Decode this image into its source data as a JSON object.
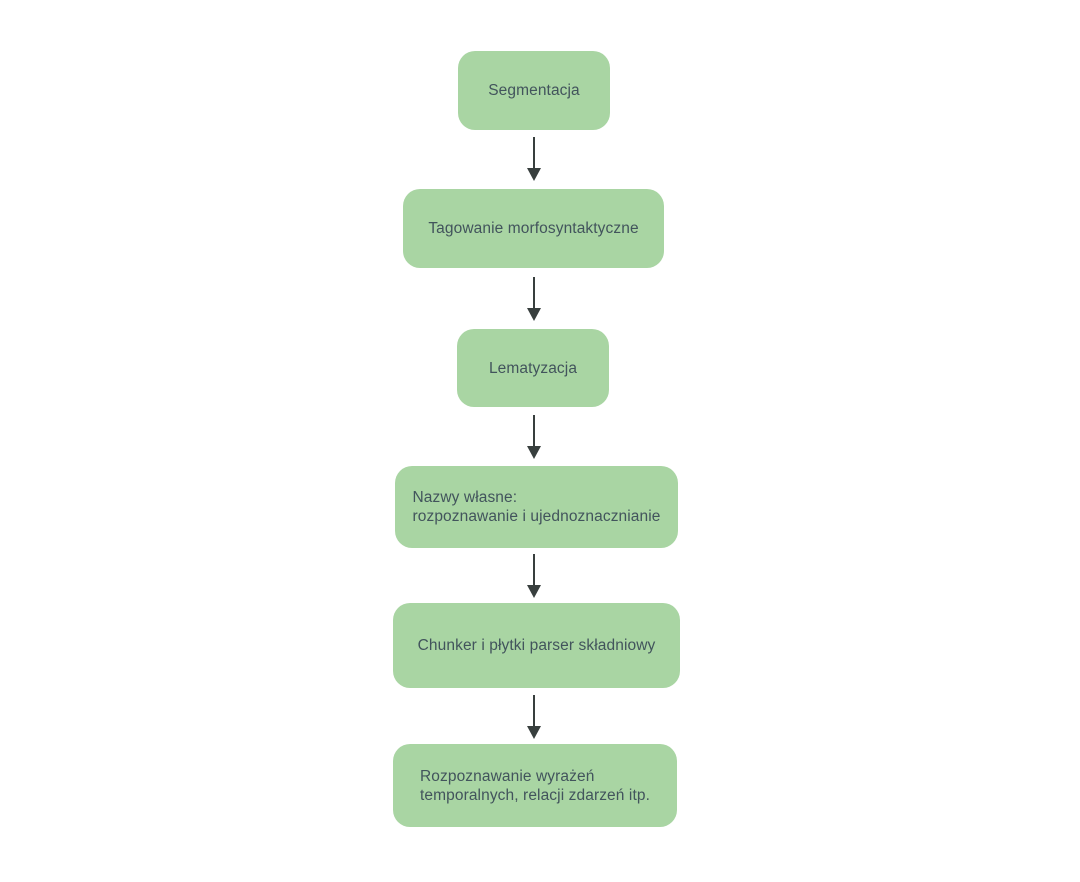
{
  "diagram": {
    "type": "flowchart",
    "direction": "top-down",
    "steps": [
      {
        "id": "segmentation",
        "lines": [
          "Segmentacja"
        ]
      },
      {
        "id": "morphosyntactic-tagging",
        "lines": [
          "Tagowanie morfosyntaktyczne"
        ]
      },
      {
        "id": "lemmatization",
        "lines": [
          "Lematyzacja"
        ]
      },
      {
        "id": "named-entities",
        "lines": [
          "Nazwy własne:",
          "rozpoznawanie i ujednoznacznianie"
        ]
      },
      {
        "id": "chunker-shallow-parser",
        "lines": [
          "Chunker i płytki parser składniowy"
        ]
      },
      {
        "id": "temporal-expressions",
        "lines": [
          "Rozpoznawanie wyrażeń",
          "temporalnych, relacji zdarzeń itp."
        ]
      }
    ],
    "connections": [
      {
        "from": 0,
        "to": 1
      },
      {
        "from": 1,
        "to": 2
      },
      {
        "from": 2,
        "to": 3
      },
      {
        "from": 3,
        "to": 4
      },
      {
        "from": 4,
        "to": 5
      }
    ],
    "colors": {
      "node_fill": "#a9d5a3",
      "node_text": "#42545c",
      "arrow": "#383f3e",
      "background": "#ffffff"
    }
  }
}
